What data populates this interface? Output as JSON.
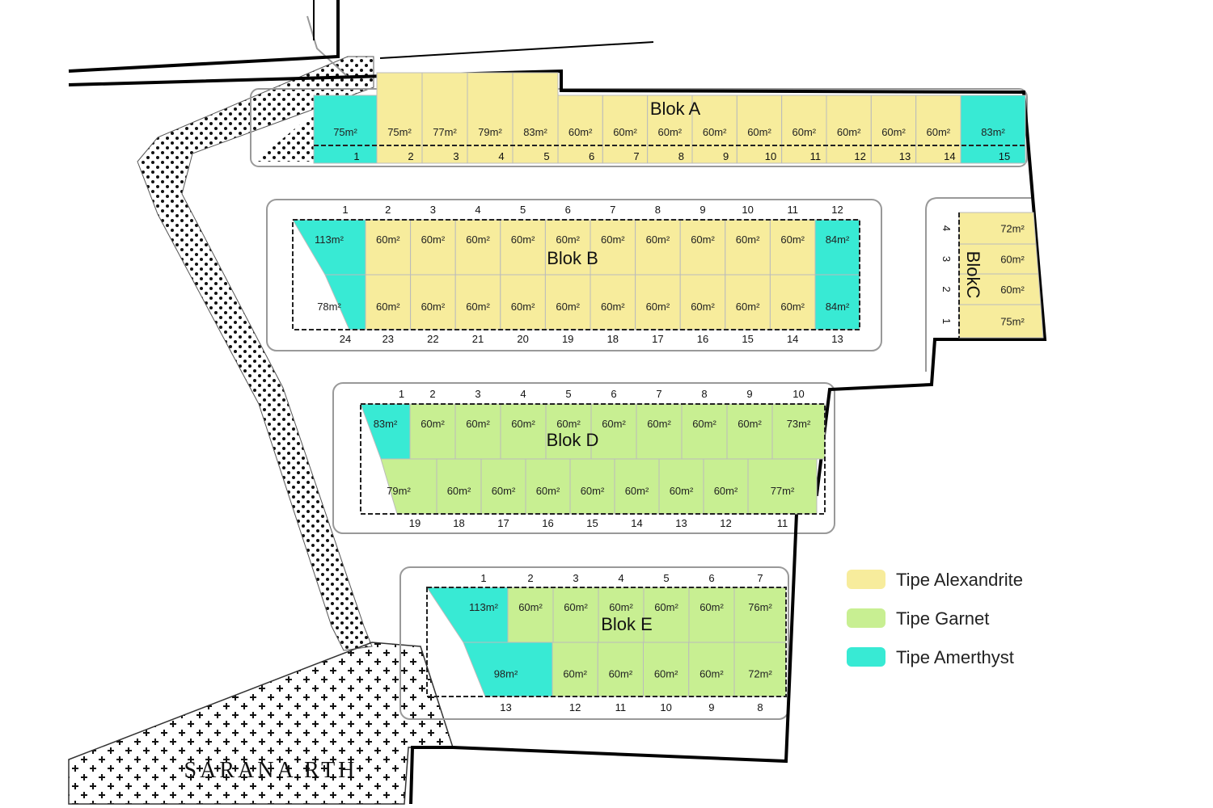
{
  "colors": {
    "alexandrite": "#f7ec9c",
    "garnet": "#c8ef92",
    "amerthyst": "#38ead4"
  },
  "blocks": {
    "A": {
      "label": "Blok A",
      "lots": [
        {
          "n": "1",
          "size": "75m²",
          "type": "amerthyst"
        },
        {
          "n": "2",
          "size": "75m²",
          "type": "alexandrite"
        },
        {
          "n": "3",
          "size": "77m²",
          "type": "alexandrite"
        },
        {
          "n": "4",
          "size": "79m²",
          "type": "alexandrite"
        },
        {
          "n": "5",
          "size": "83m²",
          "type": "alexandrite"
        },
        {
          "n": "6",
          "size": "60m²",
          "type": "alexandrite"
        },
        {
          "n": "7",
          "size": "60m²",
          "type": "alexandrite"
        },
        {
          "n": "8",
          "size": "60m²",
          "type": "alexandrite"
        },
        {
          "n": "9",
          "size": "60m²",
          "type": "alexandrite"
        },
        {
          "n": "10",
          "size": "60m²",
          "type": "alexandrite"
        },
        {
          "n": "11",
          "size": "60m²",
          "type": "alexandrite"
        },
        {
          "n": "12",
          "size": "60m²",
          "type": "alexandrite"
        },
        {
          "n": "13",
          "size": "60m²",
          "type": "alexandrite"
        },
        {
          "n": "14",
          "size": "60m²",
          "type": "alexandrite"
        },
        {
          "n": "15",
          "size": "83m²",
          "type": "amerthyst"
        }
      ]
    },
    "B": {
      "label": "Blok B",
      "top": [
        {
          "n": "1",
          "size": "113m²",
          "type": "amerthyst"
        },
        {
          "n": "2",
          "size": "60m²",
          "type": "alexandrite"
        },
        {
          "n": "3",
          "size": "60m²",
          "type": "alexandrite"
        },
        {
          "n": "4",
          "size": "60m²",
          "type": "alexandrite"
        },
        {
          "n": "5",
          "size": "60m²",
          "type": "alexandrite"
        },
        {
          "n": "6",
          "size": "60m²",
          "type": "alexandrite"
        },
        {
          "n": "7",
          "size": "60m²",
          "type": "alexandrite"
        },
        {
          "n": "8",
          "size": "60m²",
          "type": "alexandrite"
        },
        {
          "n": "9",
          "size": "60m²",
          "type": "alexandrite"
        },
        {
          "n": "10",
          "size": "60m²",
          "type": "alexandrite"
        },
        {
          "n": "11",
          "size": "60m²",
          "type": "alexandrite"
        },
        {
          "n": "12",
          "size": "84m²",
          "type": "amerthyst"
        }
      ],
      "bottom": [
        {
          "n": "24",
          "size": "78m²",
          "type": "amerthyst"
        },
        {
          "n": "23",
          "size": "60m²",
          "type": "alexandrite"
        },
        {
          "n": "22",
          "size": "60m²",
          "type": "alexandrite"
        },
        {
          "n": "21",
          "size": "60m²",
          "type": "alexandrite"
        },
        {
          "n": "20",
          "size": "60m²",
          "type": "alexandrite"
        },
        {
          "n": "19",
          "size": "60m²",
          "type": "alexandrite"
        },
        {
          "n": "18",
          "size": "60m²",
          "type": "alexandrite"
        },
        {
          "n": "17",
          "size": "60m²",
          "type": "alexandrite"
        },
        {
          "n": "16",
          "size": "60m²",
          "type": "alexandrite"
        },
        {
          "n": "15",
          "size": "60m²",
          "type": "alexandrite"
        },
        {
          "n": "14",
          "size": "60m²",
          "type": "alexandrite"
        },
        {
          "n": "13",
          "size": "84m²",
          "type": "amerthyst"
        }
      ]
    },
    "C": {
      "label": "BlokC",
      "lots": [
        {
          "n": "4",
          "size": "72m²",
          "type": "alexandrite"
        },
        {
          "n": "3",
          "size": "60m²",
          "type": "alexandrite"
        },
        {
          "n": "2",
          "size": "60m²",
          "type": "alexandrite"
        },
        {
          "n": "1",
          "size": "75m²",
          "type": "alexandrite"
        }
      ]
    },
    "D": {
      "label": "Blok D",
      "top": [
        {
          "n": "1",
          "size": "83m²",
          "type": "amerthyst"
        },
        {
          "n": "2",
          "size": "60m²",
          "type": "garnet"
        },
        {
          "n": "3",
          "size": "60m²",
          "type": "garnet"
        },
        {
          "n": "4",
          "size": "60m²",
          "type": "garnet"
        },
        {
          "n": "5",
          "size": "60m²",
          "type": "garnet"
        },
        {
          "n": "6",
          "size": "60m²",
          "type": "garnet"
        },
        {
          "n": "7",
          "size": "60m²",
          "type": "garnet"
        },
        {
          "n": "8",
          "size": "60m²",
          "type": "garnet"
        },
        {
          "n": "9",
          "size": "60m²",
          "type": "garnet"
        },
        {
          "n": "10",
          "size": "73m²",
          "type": "garnet"
        }
      ],
      "bottom": [
        {
          "n": "19",
          "size": "79m²",
          "type": "garnet"
        },
        {
          "n": "18",
          "size": "60m²",
          "type": "garnet"
        },
        {
          "n": "17",
          "size": "60m²",
          "type": "garnet"
        },
        {
          "n": "16",
          "size": "60m²",
          "type": "garnet"
        },
        {
          "n": "15",
          "size": "60m²",
          "type": "garnet"
        },
        {
          "n": "14",
          "size": "60m²",
          "type": "garnet"
        },
        {
          "n": "13",
          "size": "60m²",
          "type": "garnet"
        },
        {
          "n": "12",
          "size": "60m²",
          "type": "garnet"
        },
        {
          "n": "11",
          "size": "77m²",
          "type": "garnet"
        }
      ]
    },
    "E": {
      "label": "Blok E",
      "top": [
        {
          "n": "1",
          "size": "113m²",
          "type": "amerthyst"
        },
        {
          "n": "2",
          "size": "60m²",
          "type": "garnet"
        },
        {
          "n": "3",
          "size": "60m²",
          "type": "garnet"
        },
        {
          "n": "4",
          "size": "60m²",
          "type": "garnet"
        },
        {
          "n": "5",
          "size": "60m²",
          "type": "garnet"
        },
        {
          "n": "6",
          "size": "60m²",
          "type": "garnet"
        },
        {
          "n": "7",
          "size": "76m²",
          "type": "garnet"
        }
      ],
      "bottom": [
        {
          "n": "13",
          "size": "98m²",
          "type": "amerthyst"
        },
        {
          "n": "12",
          "size": "60m²",
          "type": "garnet"
        },
        {
          "n": "11",
          "size": "60m²",
          "type": "garnet"
        },
        {
          "n": "10",
          "size": "60m²",
          "type": "garnet"
        },
        {
          "n": "9",
          "size": "60m²",
          "type": "garnet"
        },
        {
          "n": "8",
          "size": "72m²",
          "type": "garnet"
        }
      ]
    }
  },
  "rth_label": "SARANA RTH",
  "legend": [
    {
      "type": "alexandrite",
      "label": "Tipe Alexandrite"
    },
    {
      "type": "garnet",
      "label": "Tipe Garnet"
    },
    {
      "type": "amerthyst",
      "label": "Tipe Amerthyst"
    }
  ]
}
